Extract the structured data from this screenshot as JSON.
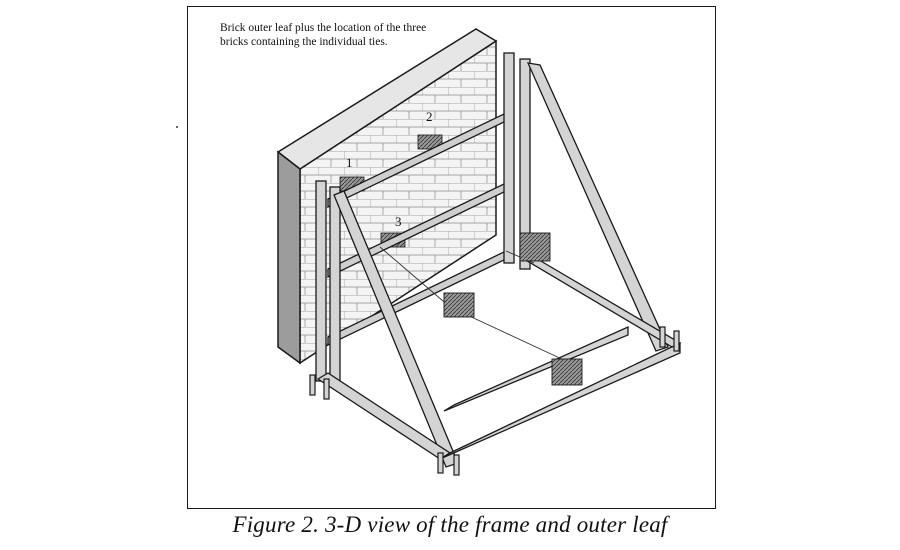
{
  "figure": {
    "note": "Brick outer leaf plus the location of the three bricks containing the individual ties.",
    "brick_labels": [
      "1",
      "2",
      "3"
    ],
    "caption": "Figure 2. 3-D view of the frame and outer leaf"
  },
  "colors": {
    "ink": "#1a1a1a",
    "frame_fill": "#c8c8c8",
    "hatch": "#555555"
  }
}
